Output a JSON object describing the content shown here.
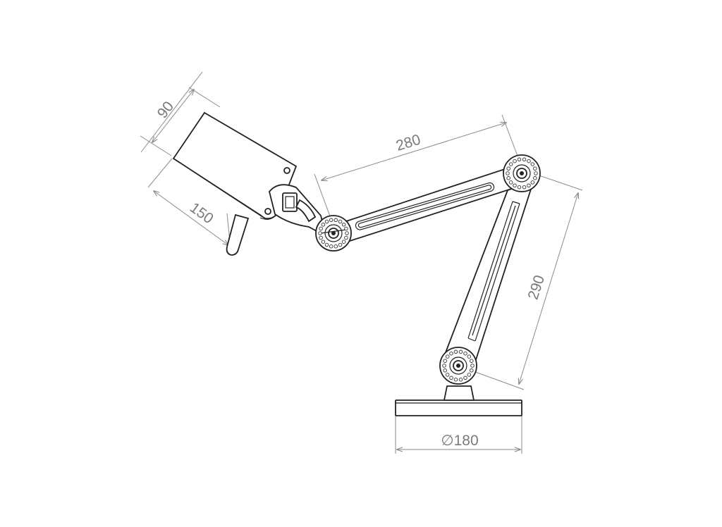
{
  "drawing": {
    "dimensions": {
      "shade_height": "90",
      "shade_length": "150",
      "upper_arm": "280",
      "lower_arm": "290",
      "base_diameter": "∅180"
    }
  }
}
